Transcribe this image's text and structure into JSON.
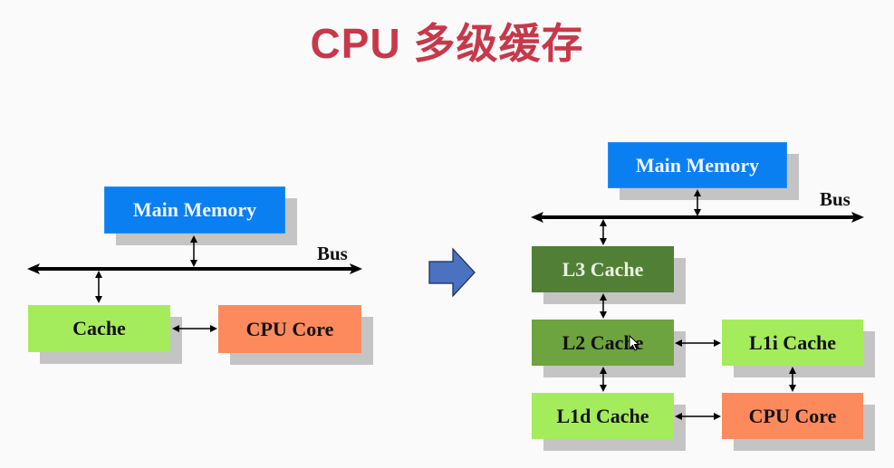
{
  "title": "CPU 多级缓存",
  "colors": {
    "title": "#c7384a",
    "main_memory": "#0a7ff2",
    "cache_light": "#a5ec5c",
    "l3_cache": "#517f36",
    "l2_cache": "#6ea43f",
    "cpu_core": "#fd8a5d",
    "transition_arrow": "#4a72c0"
  },
  "left_diagram": {
    "main_memory": "Main Memory",
    "bus": "Bus",
    "cache": "Cache",
    "cpu_core": "CPU Core"
  },
  "right_diagram": {
    "main_memory": "Main Memory",
    "bus": "Bus",
    "l3_cache": "L3 Cache",
    "l2_cache": "L2 Cache",
    "l1i_cache": "L1i Cache",
    "l1d_cache": "L1d Cache",
    "cpu_core": "CPU Core"
  },
  "icons": {
    "transition": "right-arrow-icon",
    "pointer": "mouse-cursor-icon"
  }
}
